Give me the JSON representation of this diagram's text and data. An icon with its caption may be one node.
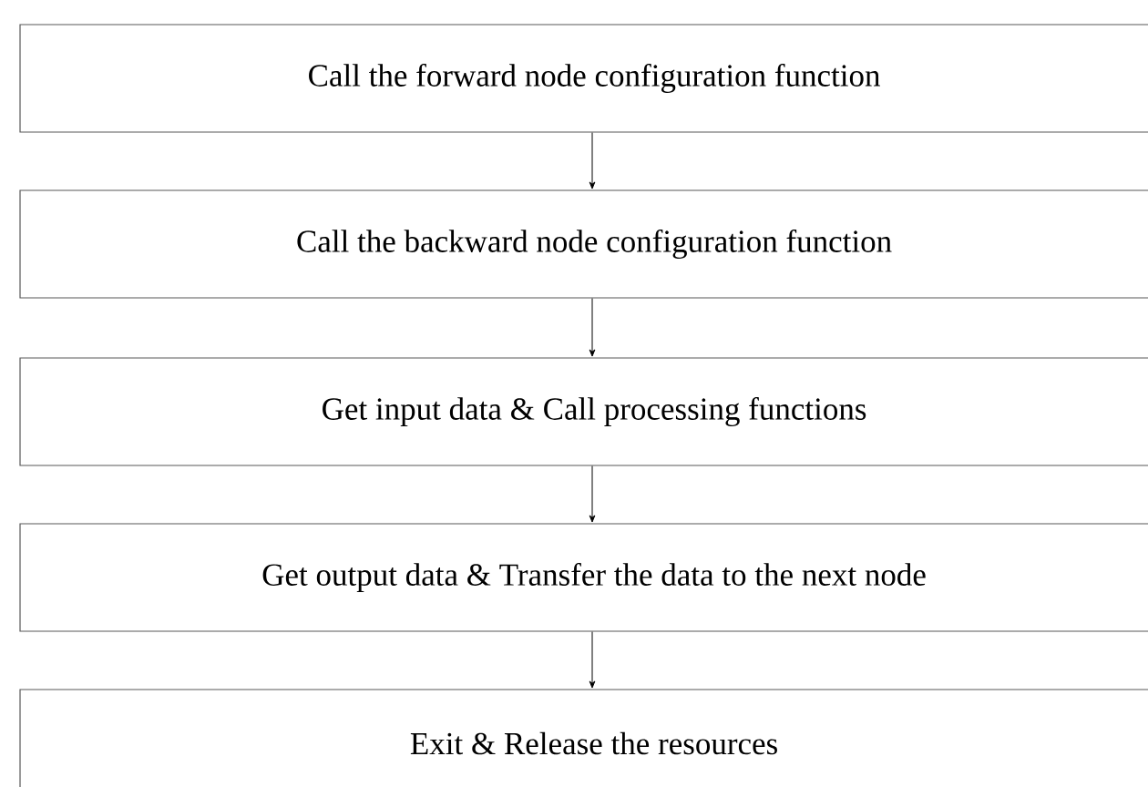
{
  "diagram": {
    "nodes": [
      {
        "text": [
          "Call the forward node configuration function"
        ]
      },
      {
        "text": [
          "Call the backward node configuration function"
        ]
      },
      {
        "text": [
          "Get input data & Call processing functions"
        ]
      },
      {
        "text": [
          "Get output data & Transfer the data to the next node"
        ]
      },
      {
        "text": [
          "Exit & Release the resources"
        ]
      }
    ],
    "edges": [
      {
        "from": 0,
        "to": 1,
        "arrow": "to"
      },
      {
        "from": 1,
        "to": 2,
        "arrow": "to"
      },
      {
        "from": 2,
        "to": 3,
        "arrow": "to"
      },
      {
        "from": 3,
        "to": 4,
        "arrow": "to"
      }
    ]
  }
}
